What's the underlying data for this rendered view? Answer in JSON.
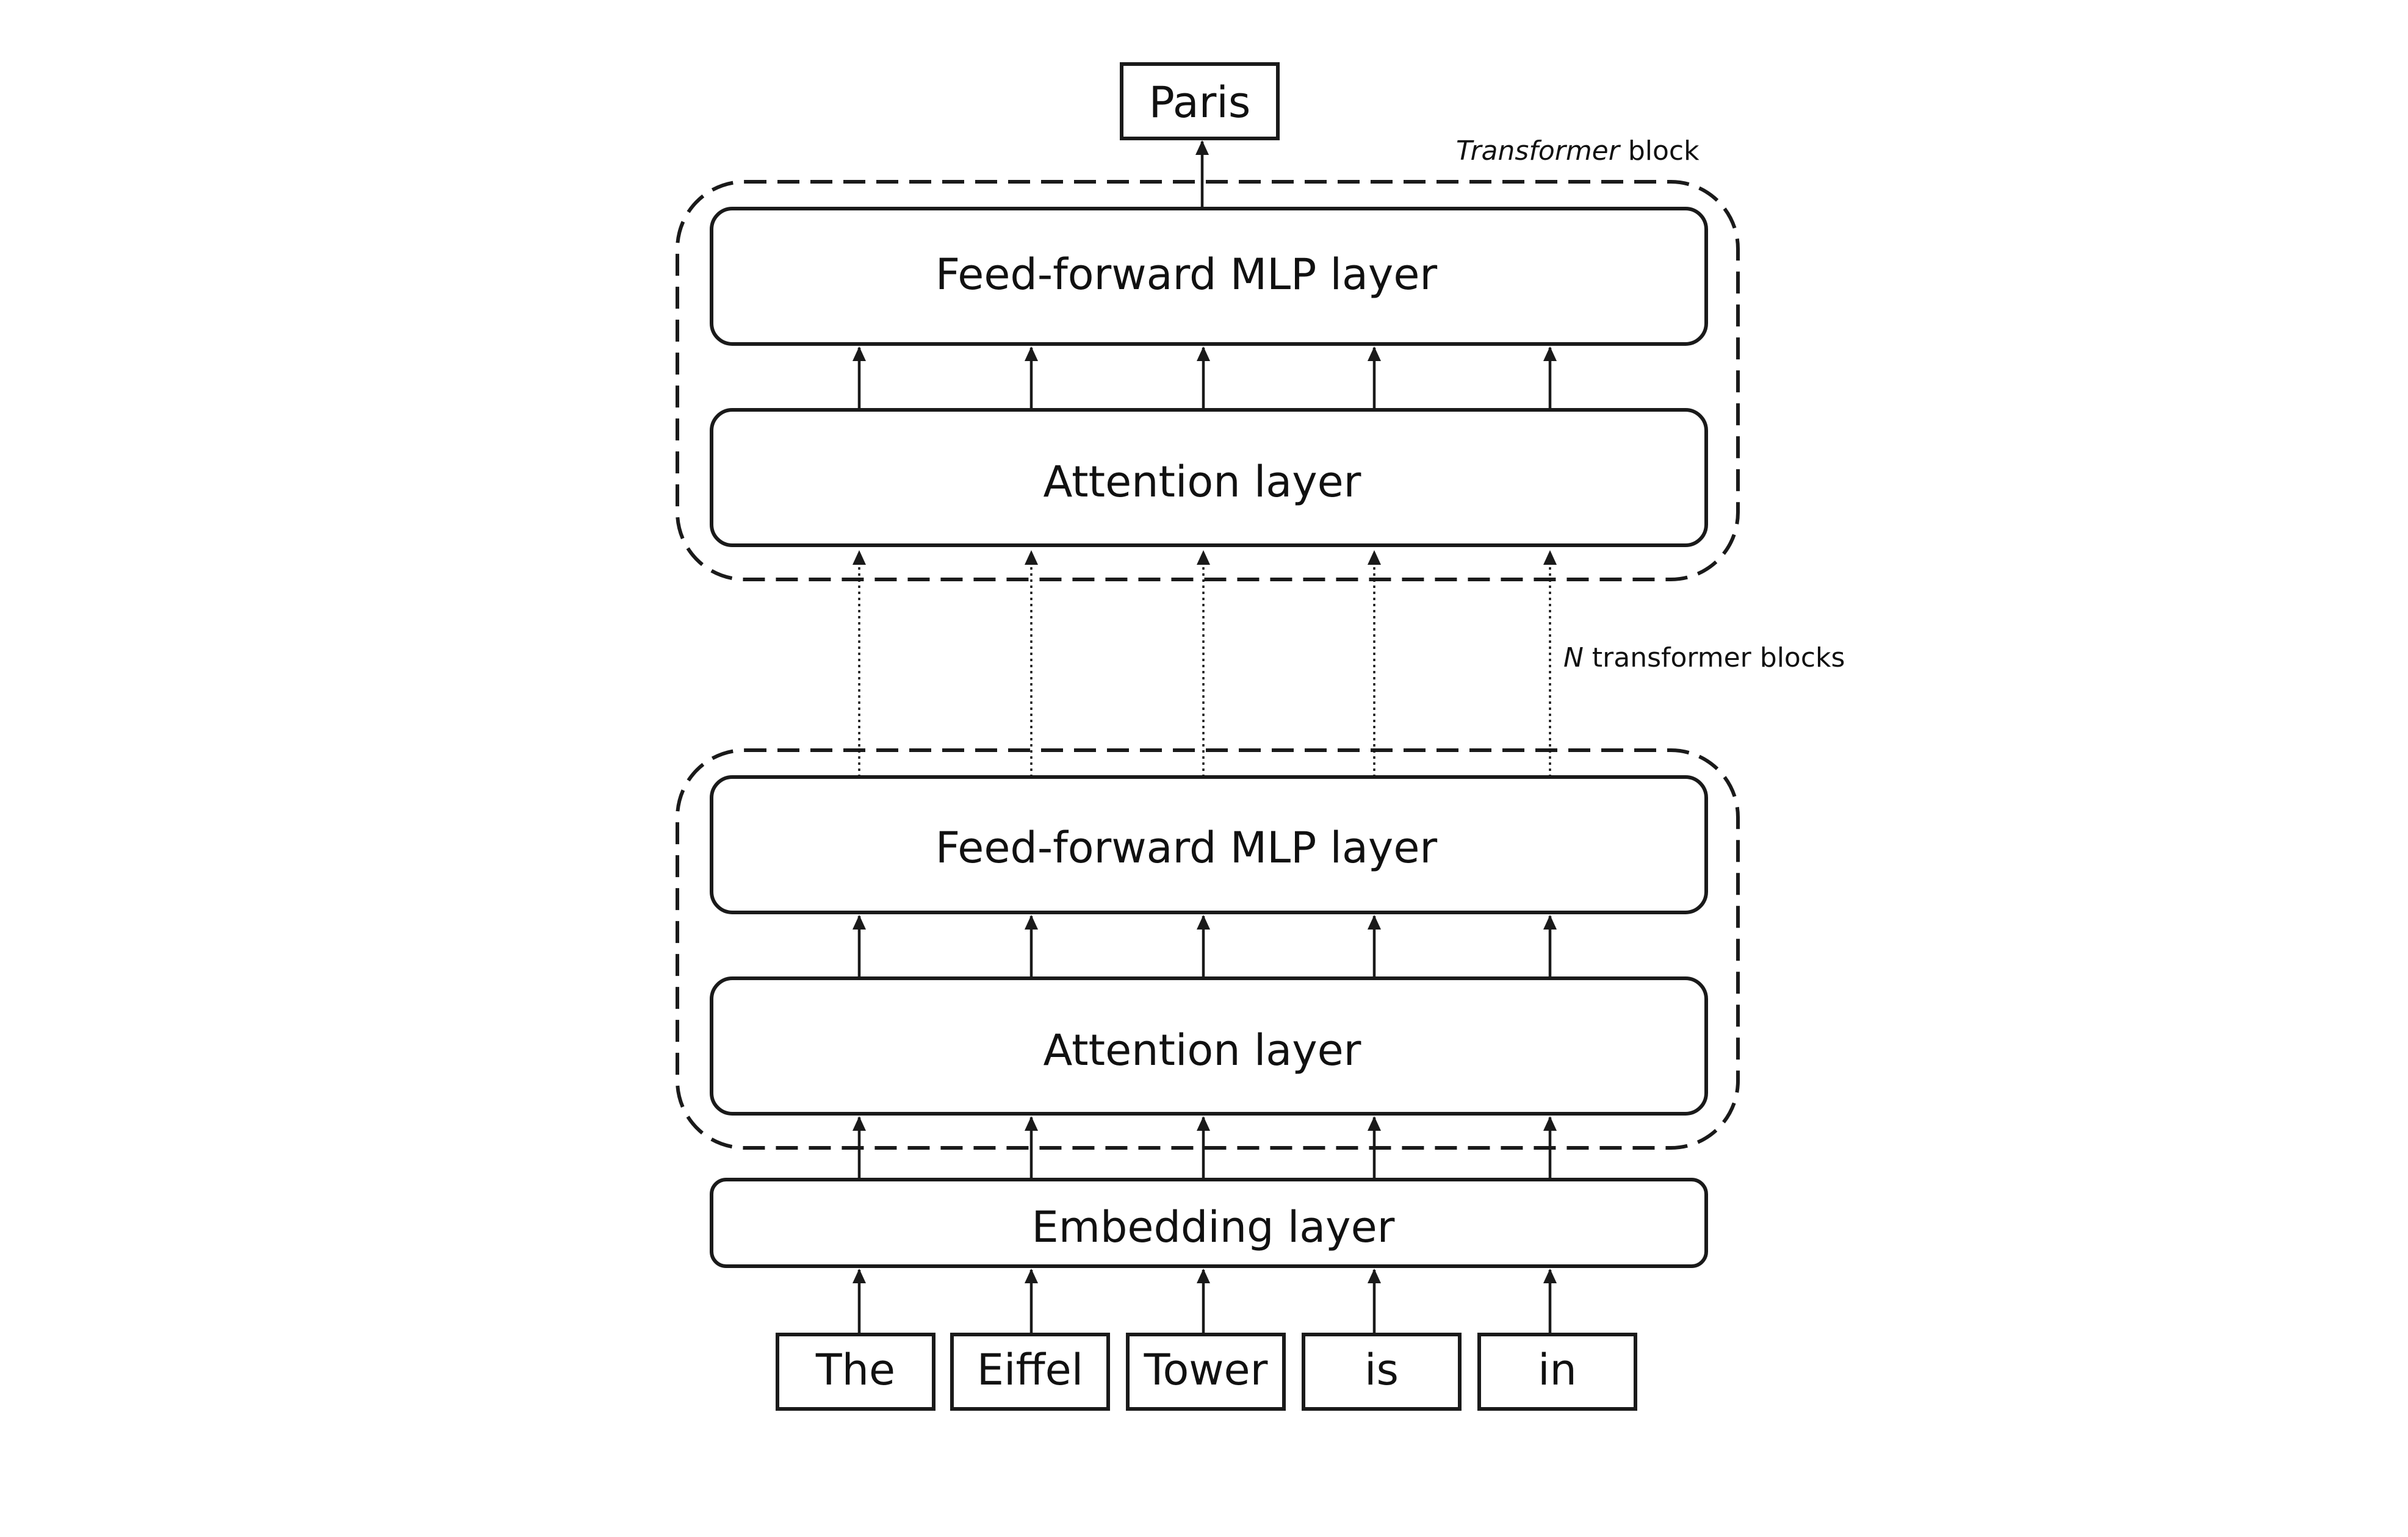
{
  "output": {
    "label": "Paris"
  },
  "annotations": {
    "block_italic": "Transformer",
    "block_rest": " block",
    "n_italic": "N",
    "n_rest": " transformer blocks"
  },
  "top_block": {
    "mlp_label": "Feed-forward MLP layer",
    "attention_label": "Attention layer"
  },
  "bottom_block": {
    "mlp_label": "Feed-forward MLP layer",
    "attention_label": "Attention layer"
  },
  "embedding": {
    "label": "Embedding layer"
  },
  "tokens": [
    "The",
    "Eiffel",
    "Tower",
    "is",
    "in"
  ]
}
